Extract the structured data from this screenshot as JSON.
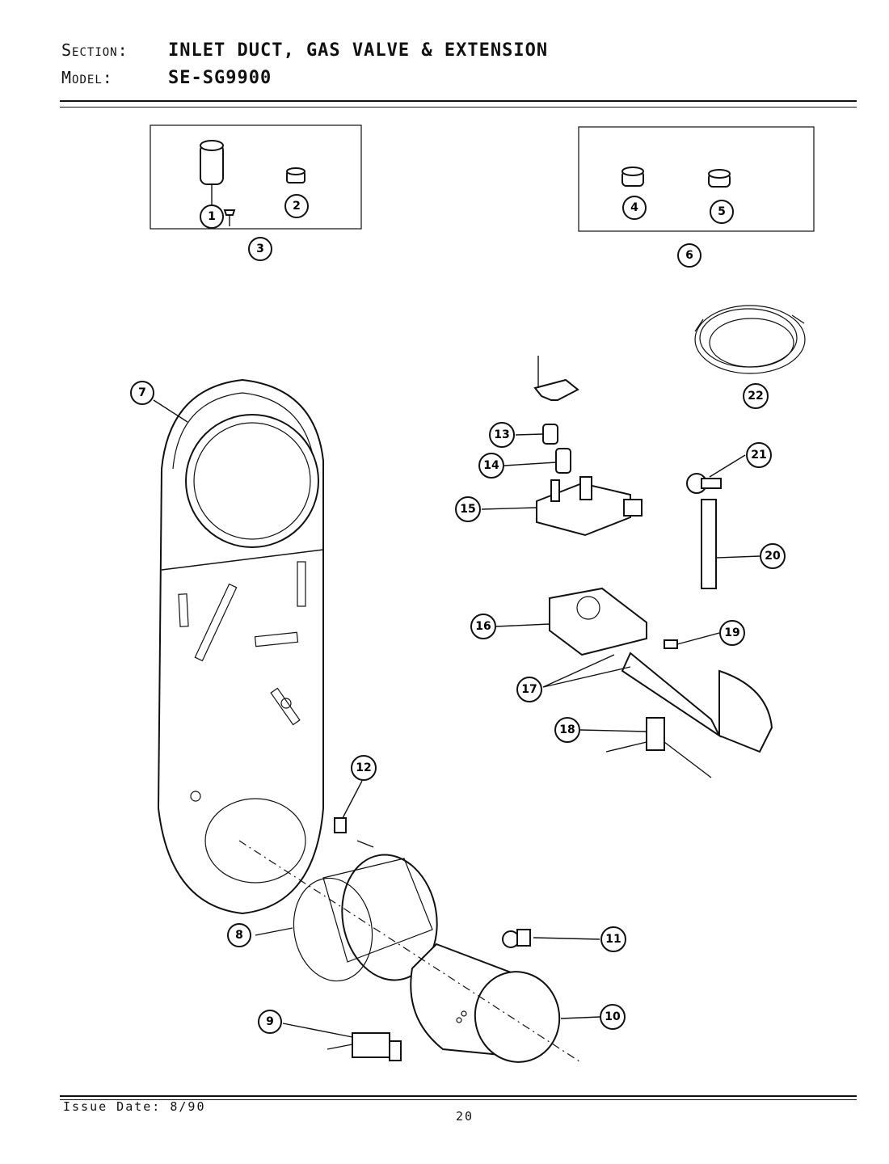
{
  "header": {
    "section_label": "Section:",
    "section_value": "INLET DUCT, GAS VALVE & EXTENSION",
    "model_label": "Model:",
    "model_value": "SE-SG9900"
  },
  "footer": {
    "issue_date": "Issue Date: 8/90",
    "page_number": "20"
  },
  "callouts": {
    "c1": "1",
    "c2": "2",
    "c3": "3",
    "c4": "4",
    "c5": "5",
    "c6": "6",
    "c7": "7",
    "c8": "8",
    "c9": "9",
    "c10": "10",
    "c11": "11",
    "c12": "12",
    "c13": "13",
    "c14": "14",
    "c15": "15",
    "c16": "16",
    "c17": "17",
    "c18": "18",
    "c19": "19",
    "c20": "20",
    "c21": "21",
    "c22": "22"
  }
}
